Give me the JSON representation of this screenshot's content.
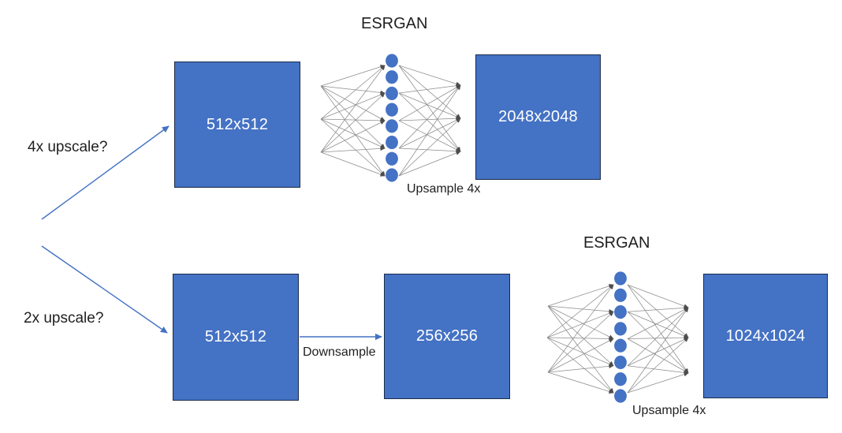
{
  "flows": {
    "top": {
      "question": "4x upscale?",
      "input_box": "512x512",
      "output_box": "2048x2048",
      "network": {
        "title": "ESRGAN",
        "caption": "Upsample 4x",
        "hidden_nodes": 8,
        "input_anchors": 3,
        "output_anchors": 3
      }
    },
    "bottom": {
      "question": "2x upscale?",
      "input_box": "512x512",
      "downsample_label": "Downsample",
      "intermediate_box": "256x256",
      "output_box": "1024x1024",
      "network": {
        "title": "ESRGAN",
        "caption": "Upsample 4x",
        "hidden_nodes": 8,
        "input_anchors": 3,
        "output_anchors": 3
      }
    }
  },
  "colors": {
    "box_fill": "#4472C4",
    "box_border": "#1C2B4A",
    "node_fill": "#4472C4",
    "arrow": "#4472C4",
    "mesh_line": "#8C8C8C",
    "mesh_arrowhead": "#4D4D4D",
    "box_text": "#FFFFFF",
    "label_text": "#1F1F1F"
  }
}
